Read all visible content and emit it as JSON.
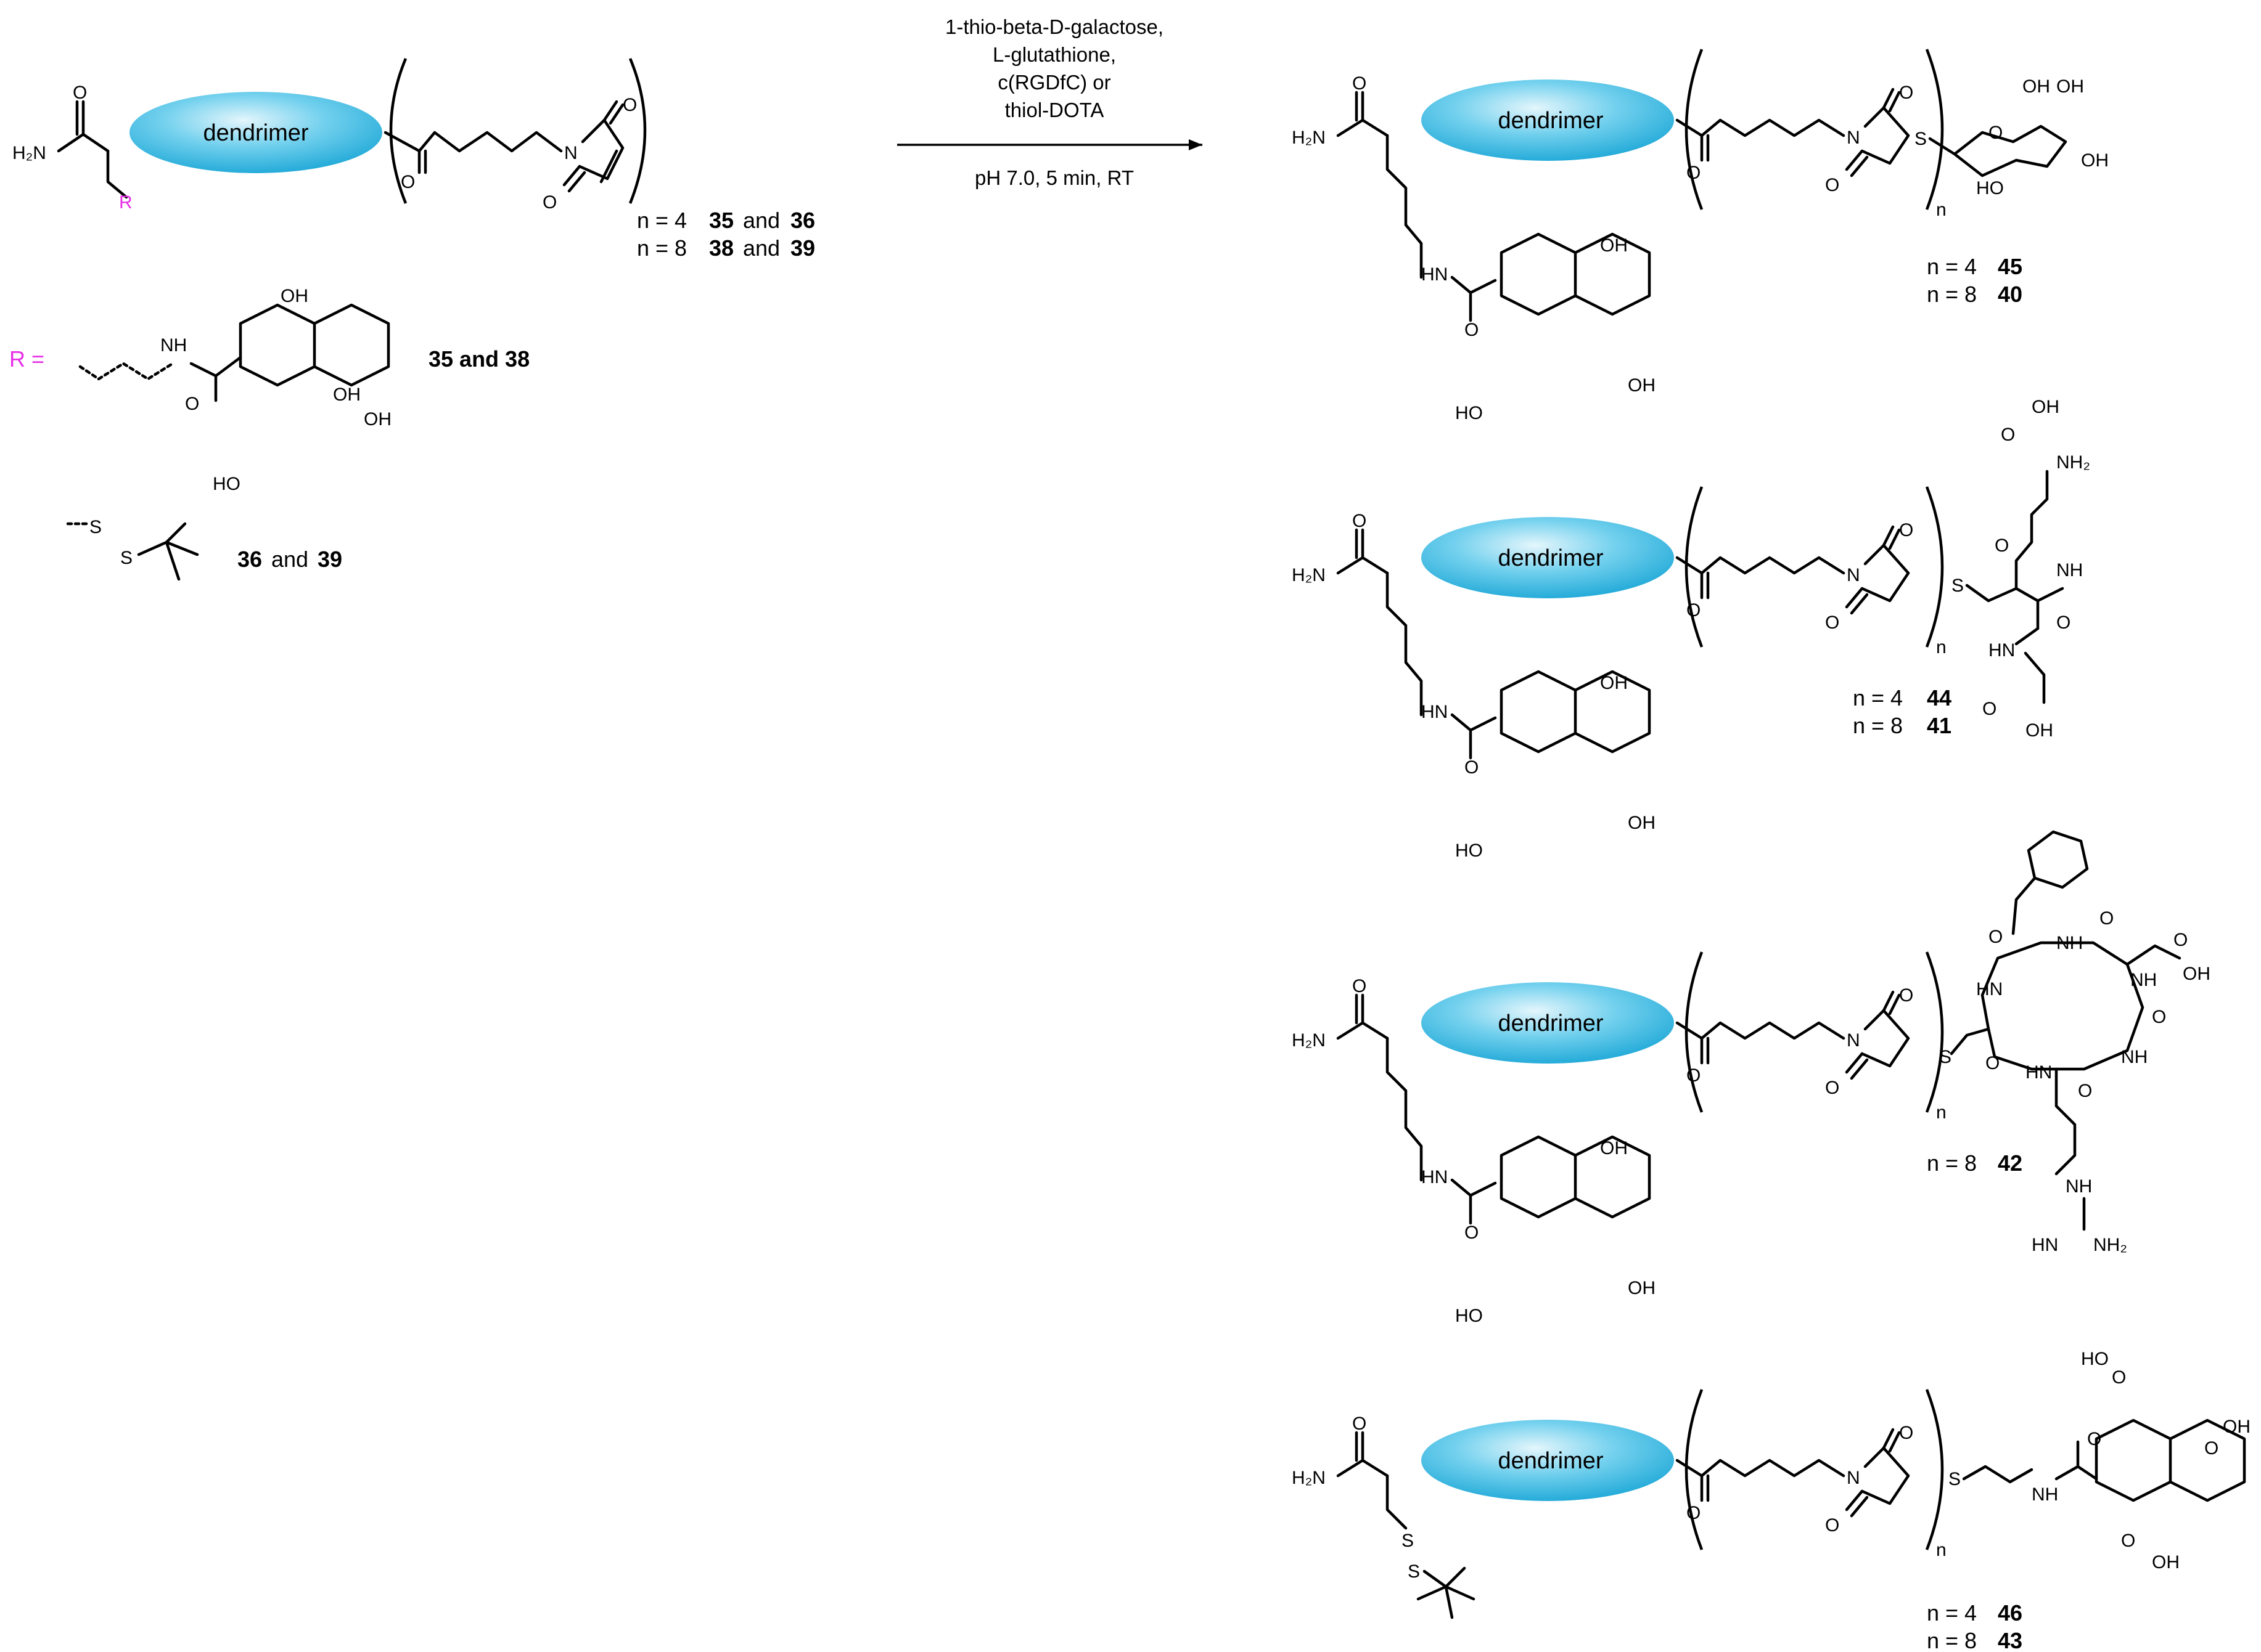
{
  "conditions": {
    "line1": "1-thio-beta-D-galactose,",
    "line2": "L-glutathione,",
    "line3": "c(RGDfC) or",
    "line4": "thiol-DOTA",
    "line5": "pH 7.0, 5 min, RT"
  },
  "dendrimer_label": "dendrimer",
  "atoms": {
    "H2N": "H₂N",
    "NH2": "NH₂",
    "O": "O",
    "N": "N",
    "S": "S",
    "R": "R",
    "OH": "OH",
    "HO": "HO",
    "NH": "NH",
    "HN": "HN",
    "n": "n"
  },
  "start": {
    "n4": "n = 4",
    "n4_a": "35",
    "n4_and": "and",
    "n4_b": "36",
    "n8": "n = 8",
    "n8_a": "38",
    "n8_and": "and",
    "n8_b": "39"
  },
  "r_definitions": {
    "r_eq": "R =",
    "dota_compounds": "35 and 38",
    "disulfide_a": "36",
    "disulfide_and": "and",
    "disulfide_b": "39"
  },
  "products": [
    {
      "n_a": "n = 4",
      "c_a": "45",
      "n_b": "n = 8",
      "c_b": "40"
    },
    {
      "n_a": "n = 4",
      "c_a": "44",
      "n_b": "n = 8",
      "c_b": "41"
    },
    {
      "n_a": "n = 8",
      "c_a": "42"
    },
    {
      "n_a": "n = 4",
      "c_a": "46",
      "n_b": "n = 8",
      "c_b": "43"
    }
  ],
  "colors": {
    "dendrimer_light": "#d8f2fb",
    "dendrimer_mid": "#5fcbea",
    "dendrimer_dark": "#1aa6d6",
    "r_group": "#e62ee6"
  }
}
